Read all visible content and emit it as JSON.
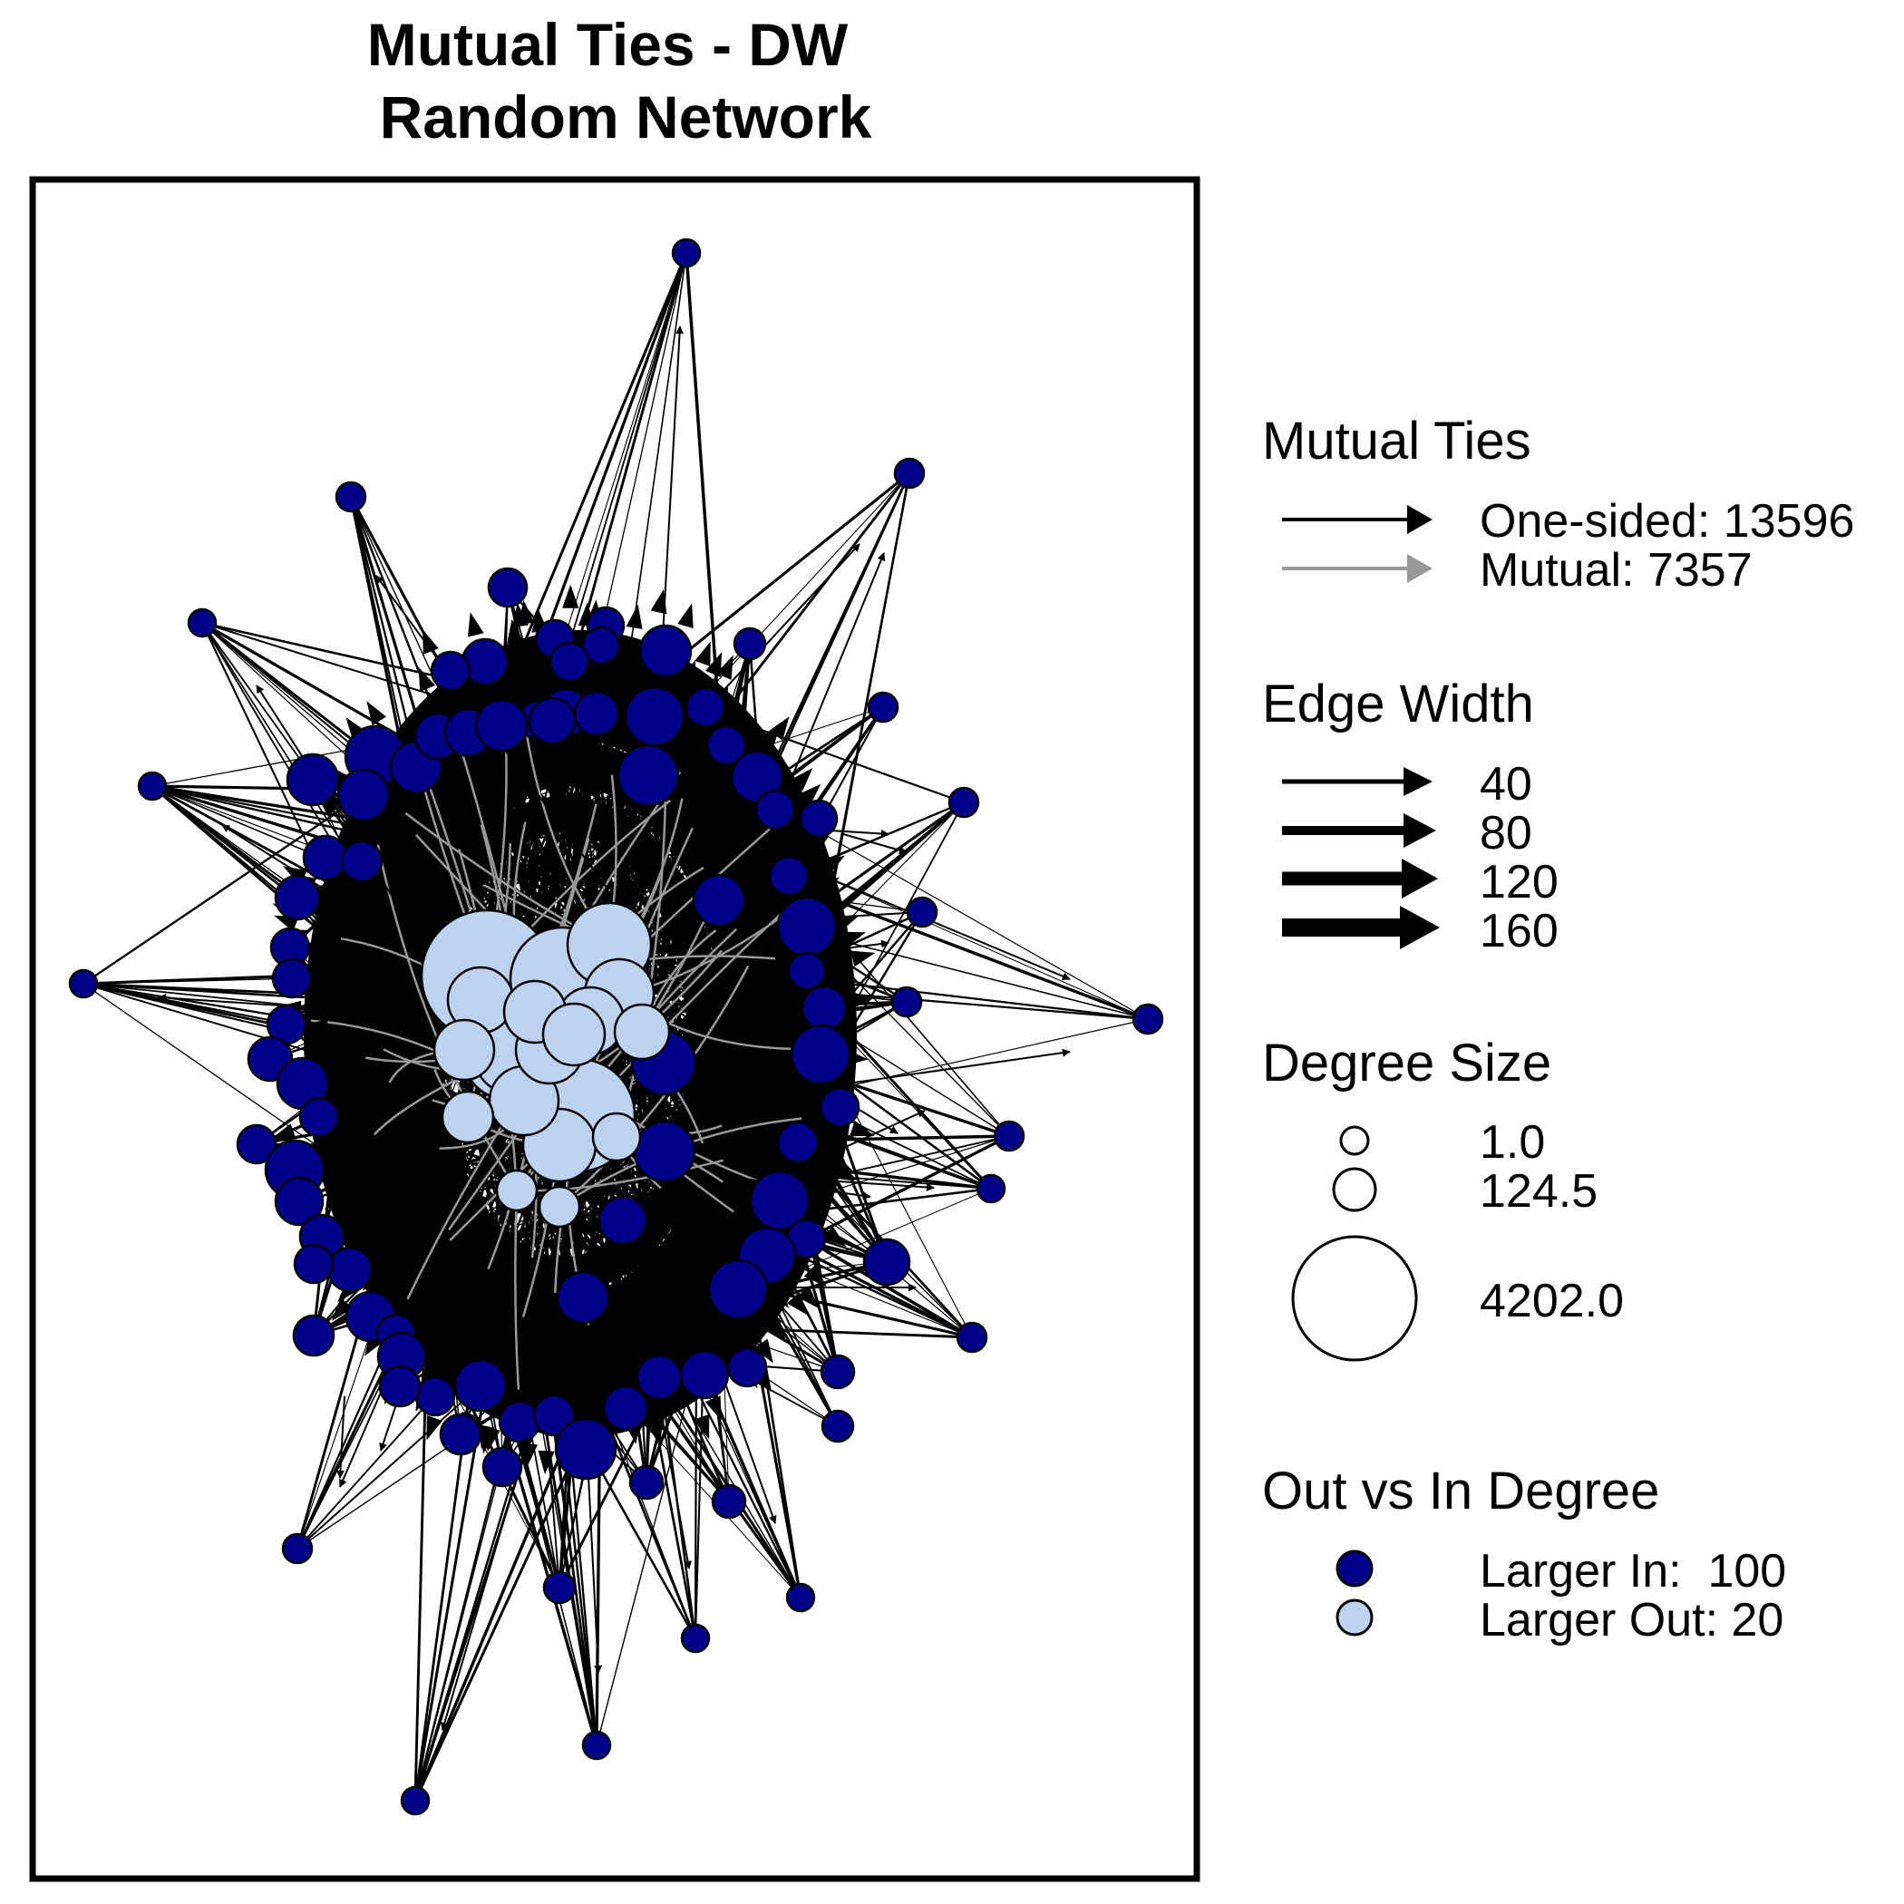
{
  "figure": {
    "title_line1": "Mutual Ties - DW",
    "title_line2": "Random Network"
  },
  "colors": {
    "larger_in_fill": "#00008B",
    "larger_out_fill": "#BCD2EE",
    "one_sided_edge": "#000000",
    "mutual_edge": "#999999",
    "node_stroke": "#000000"
  },
  "legend": {
    "mutual_ties": {
      "heading": "Mutual Ties",
      "items": [
        {
          "label": "One-sided: 13596",
          "color": "#000000"
        },
        {
          "label": "Mutual: 7357",
          "color": "#999999"
        }
      ]
    },
    "edge_width": {
      "heading": "Edge Width",
      "items": [
        {
          "label": "40",
          "value": 40
        },
        {
          "label": "80",
          "value": 80
        },
        {
          "label": "120",
          "value": 120
        },
        {
          "label": "160",
          "value": 160
        }
      ]
    },
    "degree_size": {
      "heading": "Degree Size",
      "items": [
        {
          "label": "1.0",
          "value": 1.0
        },
        {
          "label": "124.5",
          "value": 124.5
        },
        {
          "label": "4202.0",
          "value": 4202.0
        }
      ]
    },
    "out_vs_in": {
      "heading": "Out vs In Degree",
      "items": [
        {
          "label": "Larger In:  100",
          "count": 100,
          "color": "#00008B"
        },
        {
          "label": "Larger Out: 20",
          "count": 20,
          "color": "#BCD2EE"
        }
      ]
    }
  }
}
